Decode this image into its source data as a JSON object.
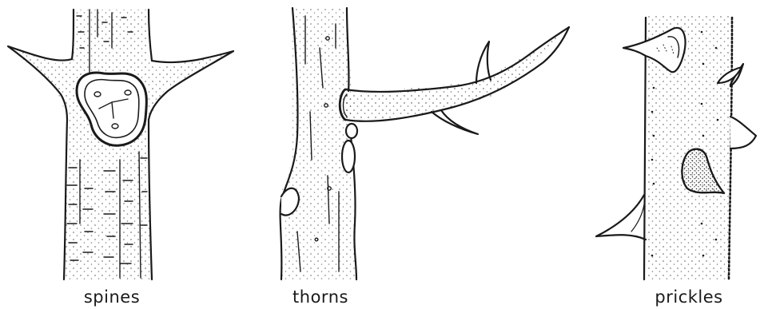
{
  "panels": [
    {
      "label": "spines",
      "illustration": "spine-branch-illustration"
    },
    {
      "label": "thorns",
      "illustration": "thorn-branch-illustration"
    },
    {
      "label": "prickles",
      "illustration": "prickle-stem-illustration"
    }
  ],
  "colors": {
    "ink": "#1a1a1a",
    "background": "#ffffff"
  }
}
